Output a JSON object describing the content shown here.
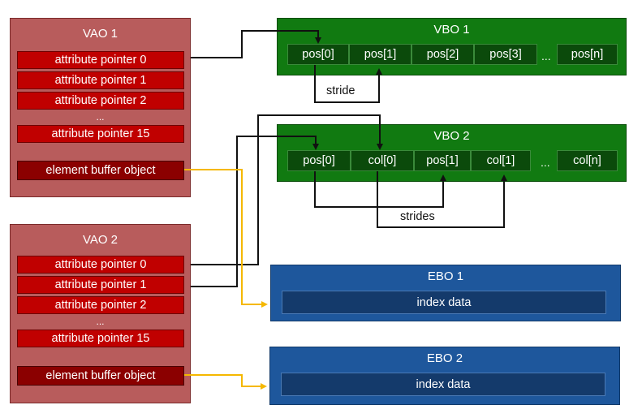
{
  "vao1": {
    "title": "VAO 1",
    "pointers": [
      "attribute pointer 0",
      "attribute pointer 1",
      "attribute pointer 2",
      "attribute pointer 15"
    ],
    "ellipsis": "...",
    "ebo_label": "element buffer object"
  },
  "vao2": {
    "title": "VAO 2",
    "pointers": [
      "attribute pointer 0",
      "attribute pointer 1",
      "attribute pointer 2",
      "attribute pointer 15"
    ],
    "ellipsis": "...",
    "ebo_label": "element buffer object"
  },
  "vbo1": {
    "title": "VBO 1",
    "cells": [
      "pos[0]",
      "pos[1]",
      "pos[2]",
      "pos[3]",
      "pos[n]"
    ],
    "ellipsis": "...",
    "stride_label": "stride"
  },
  "vbo2": {
    "title": "VBO 2",
    "cells": [
      "pos[0]",
      "col[0]",
      "pos[1]",
      "col[1]",
      "col[n]"
    ],
    "ellipsis": "...",
    "strides_label": "strides"
  },
  "ebo1": {
    "title": "EBO 1",
    "data_label": "index data"
  },
  "ebo2": {
    "title": "EBO 2",
    "data_label": "index data"
  },
  "colors": {
    "vao_fill": "#b85c5c",
    "pointer_fill": "#c00000",
    "vbo_fill": "#117a11",
    "ebo_fill": "#1e579c",
    "link_pointer": "#111111",
    "link_ebo": "#f5b800"
  }
}
